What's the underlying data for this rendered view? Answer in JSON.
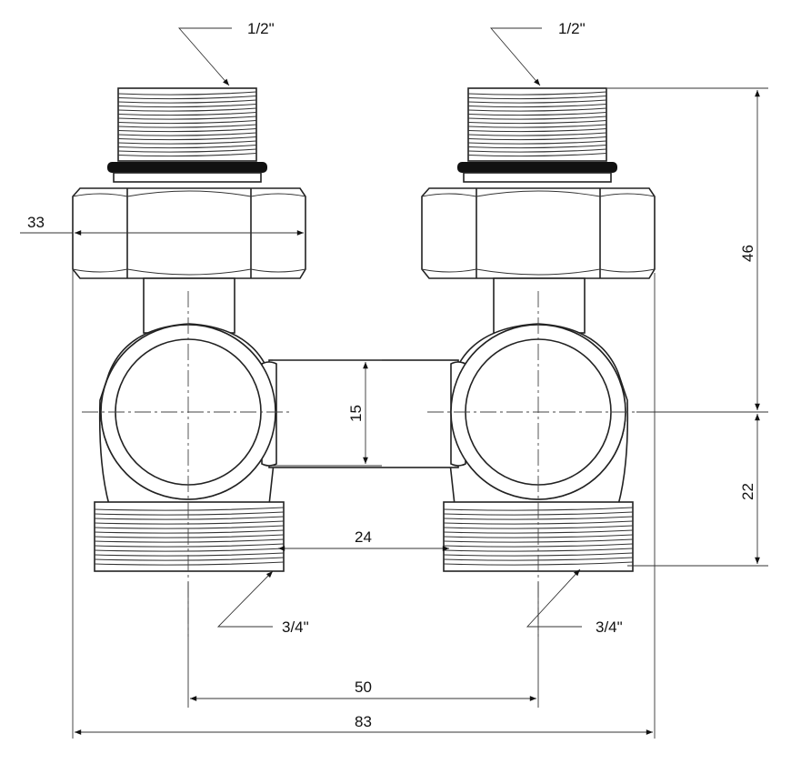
{
  "drawing": {
    "top_left_thread": "1/2\"",
    "top_right_thread": "1/2\"",
    "bottom_left_thread": "3/4\"",
    "bottom_right_thread": "3/4\"",
    "dim_nut_width": "33",
    "dim_upper_height": "46",
    "dim_lower_height": "22",
    "dim_bridge_height": "15",
    "dim_inner_gap": "24",
    "dim_center_distance": "50",
    "dim_overall_width": "83"
  }
}
